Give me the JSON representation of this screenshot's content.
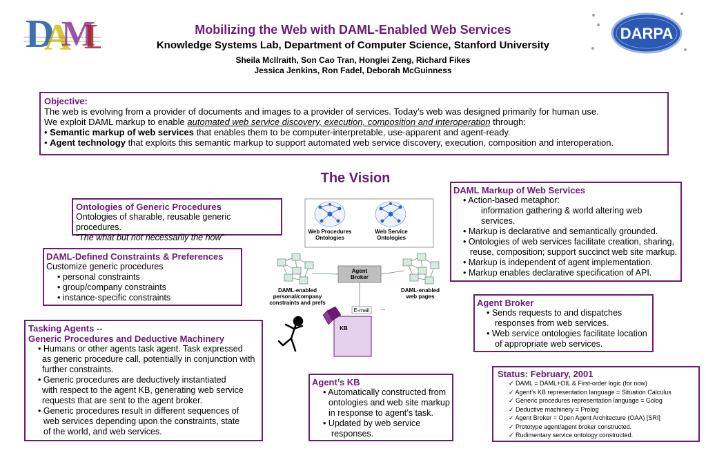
{
  "logos": {
    "daml_text": "DAML",
    "darpa_text": "DARPA"
  },
  "header": {
    "title": "Mobilizing the Web with DAML-Enabled Web Services",
    "subtitle": "Knowledge Systems Lab, Department of Computer Science, Stanford University",
    "authors_line1": "Sheila McIlraith, Son Cao Tran, Honglei Zeng, Richard Fikes",
    "authors_line2": "Jessica Jenkins, Ron Fadel, Deborah McGuinness"
  },
  "objective": {
    "heading": "Objective:",
    "line1": "The web is evolving from a provider of documents and images to a provider of services. Today’s web was designed primarily for human use.",
    "line2_pre": "We exploit DAML markup to enable ",
    "line2_emph": "automated web service discovery, execution, composition and interoperation",
    "line2_post": " through:",
    "bullet1_bold": "Semantic markup of web services",
    "bullet1_rest": " that enables them to be computer-interpretable, use-apparent and agent-ready.",
    "bullet2_bold": "Agent technology",
    "bullet2_rest": " that exploits this semantic markup to support automated web service discovery, execution, composition and interoperation."
  },
  "vision_title": "The Vision",
  "ontologies": {
    "heading": "Ontologies of Generic Procedures",
    "line1": "Ontologies of sharable, reusable generic procedures.",
    "line2": "“The what but not necessarily the how”"
  },
  "constraints": {
    "heading": "DAML-Defined Constraints & Preferences",
    "line1": "Customize generic procedures",
    "bullets": [
      "• personal constraints",
      "• group/company constraints",
      "• instance-specific constraints"
    ]
  },
  "tasking": {
    "heading1": "Tasking Agents --",
    "heading2": "Generic Procedures and Deductive Machinery",
    "lines": [
      "• Humans or other agents task agent.  Task expressed",
      "   as generic procedure call, potentially in conjunction with",
      "   further constraints.",
      "• Generic procedures are deductively instantiated",
      "   with respect to the agent KB, generating web service",
      "   requests that are sent to the agent broker.",
      "• Generic procedures result in different sequences of",
      "    web services depending upon the constraints, state",
      "    of the world, and web services."
    ]
  },
  "markup": {
    "heading": "DAML Markup of Web Services",
    "lines": [
      "• Action-based metaphor:",
      "information gathering & world altering web services.",
      "• Markup is declarative and semantically grounded.",
      "• Ontologies of web services facilitate creation, sharing,",
      "reuse, composition; support succinct web site markup.",
      "• Markup is independent of agent implementation.",
      "• Markup enables declarative specification of API."
    ]
  },
  "broker": {
    "heading": "Agent Broker",
    "lines": [
      "• Sends requests to and dispatches",
      "responses from web services.",
      "• Web service ontologies facilitate location",
      "of appropriate web services."
    ]
  },
  "status": {
    "heading": "Status: February, 2001",
    "items": [
      "DAML = DAML+OIL & First-order logic (for now)",
      "Agent’s KB representation language = Situation Calculus",
      "Generic procedures representation language = Golog",
      "Deductive machinery = Prolog",
      "Agent Broker = Open Agent Architecture (OAA) [SRI]",
      "Prototype agent/agent broker constructed.",
      "Rudimentary service ontology constructed."
    ]
  },
  "agentkb": {
    "heading": "Agent’s KB",
    "lines": [
      "• Automatically constructed from",
      "ontologies and web site markup",
      "in response to agent’s task.",
      "• Updated by web service",
      "responses."
    ]
  },
  "diagram": {
    "web_procedures": "Web Procedures\nOntologies",
    "web_service": "Web Service\nOntologies",
    "agent_broker": "Agent\nBroker",
    "daml_personal": "DAML-enabled\npersonal/company\nconstraints and prefs",
    "daml_pages": "DAML-enabled\nweb pages",
    "email": "E-mail",
    "ellipsis": "…",
    "kb": "KB"
  },
  "colors": {
    "accent": "#6a1b74",
    "darpa_blue": "#1d4b9b"
  }
}
